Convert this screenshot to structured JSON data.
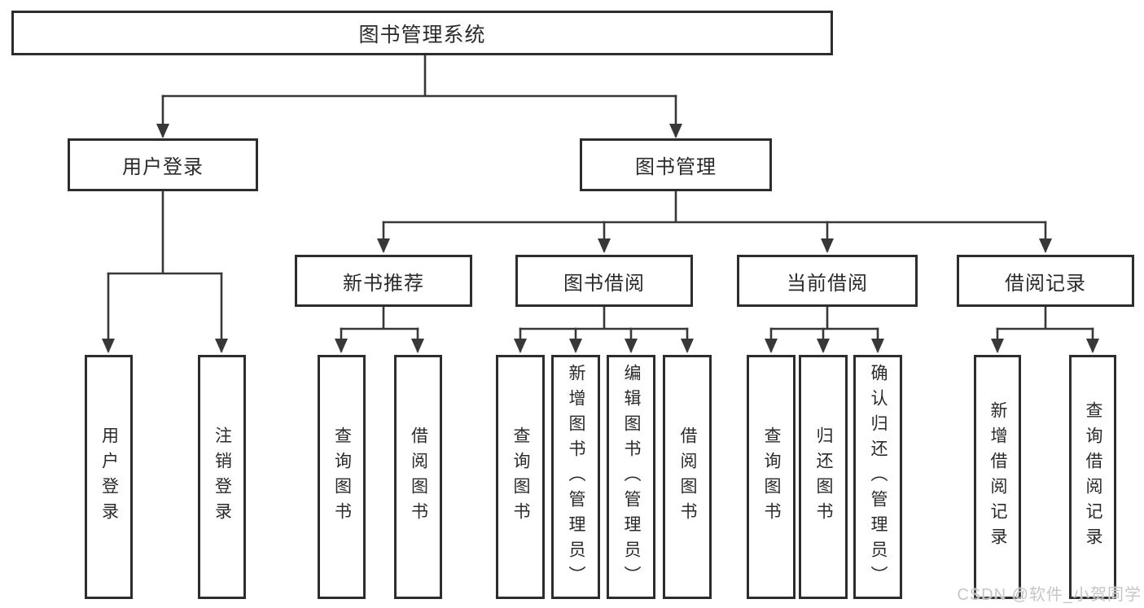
{
  "diagram": {
    "root": {
      "label": "图书管理系统"
    },
    "branches": [
      {
        "label": "用户登录",
        "children": [
          {
            "label": "用户登录"
          },
          {
            "label": "注销登录"
          }
        ]
      },
      {
        "label": "图书管理",
        "children": [
          {
            "label": "新书推荐",
            "children": [
              {
                "label": "查询图书"
              },
              {
                "label": "借阅图书"
              }
            ]
          },
          {
            "label": "图书借阅",
            "children": [
              {
                "label": "查询图书"
              },
              {
                "label": "新增图书（管理员）"
              },
              {
                "label": "编辑图书（管理员）"
              },
              {
                "label": "借阅图书"
              }
            ]
          },
          {
            "label": "当前借阅",
            "children": [
              {
                "label": "查询图书"
              },
              {
                "label": "归还图书"
              },
              {
                "label": "确认归还（管理员）"
              }
            ]
          },
          {
            "label": "借阅记录",
            "children": [
              {
                "label": "新增借阅记录"
              },
              {
                "label": "查询借阅记录"
              }
            ]
          }
        ]
      }
    ],
    "colors": {
      "line": "#383838",
      "border": "#2d2d2d",
      "text": "#2a2a2a",
      "background": "#ffffff"
    }
  },
  "watermark": {
    "text": "CSDN @软件_小贺同学",
    "color": "#c6c6c6"
  }
}
